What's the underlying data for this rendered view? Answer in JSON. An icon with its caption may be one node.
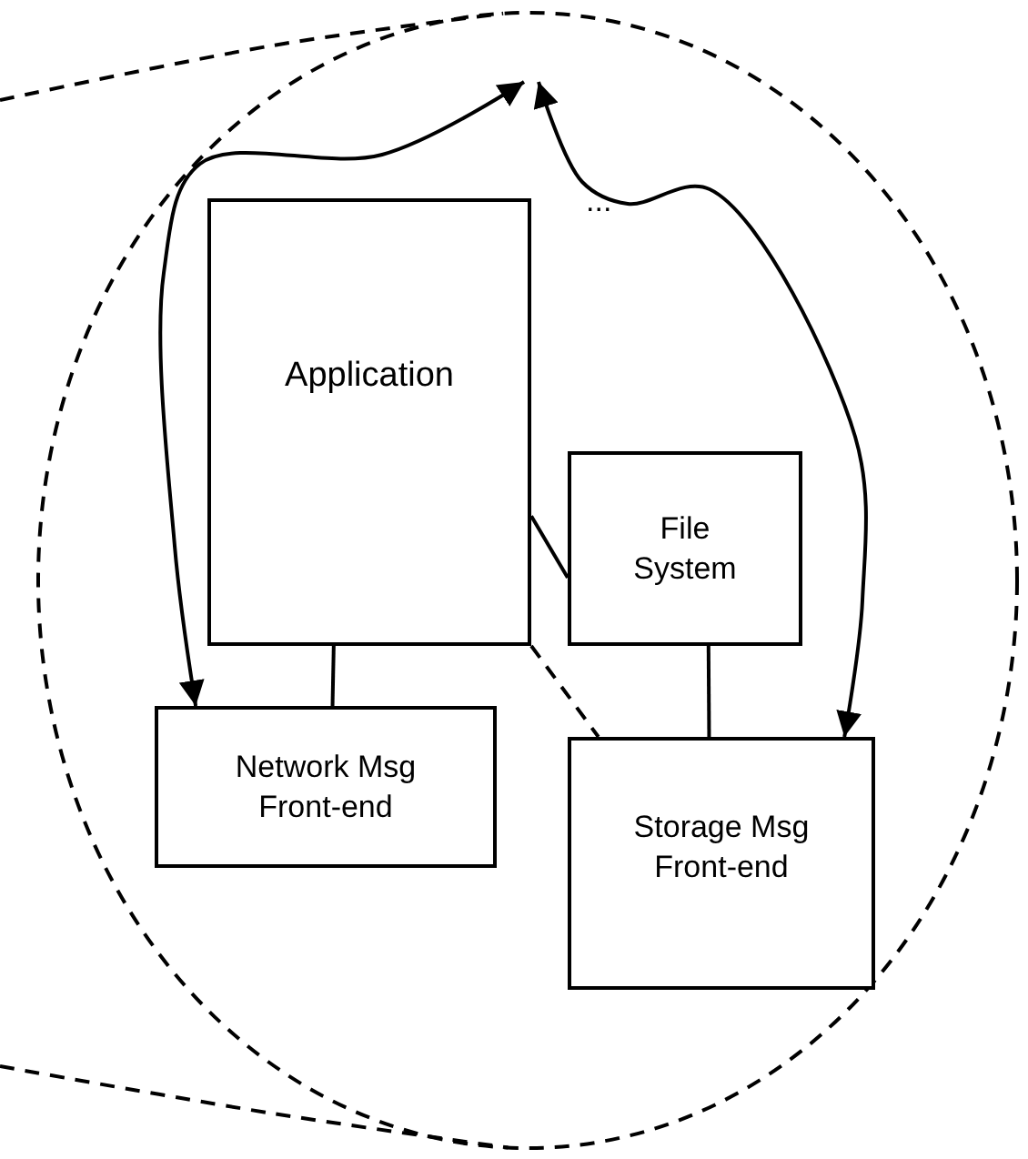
{
  "diagram": {
    "nodes": [
      {
        "text": [],
        "shape": "circle"
      },
      {
        "text": [
          "Application"
        ],
        "in": 0
      },
      {
        "text": [
          "File System"
        ],
        "in": 0
      },
      {
        "text": [
          "Network Msg Front-end"
        ],
        "in": 0
      },
      {
        "text": [
          "Storage Msg Front-end"
        ],
        "in": 0
      }
    ],
    "edges": [
      {
        "from": 1,
        "to": 3,
        "arrow": "none"
      },
      {
        "from": 1,
        "to": 2,
        "arrow": "none"
      },
      {
        "from": 2,
        "to": 4,
        "arrow": "none"
      },
      {
        "from": 1,
        "to": 4,
        "arrow": "none",
        "style": "dashed"
      },
      {
        "from": null,
        "to": 3,
        "arrow": "both"
      },
      {
        "from": null,
        "to": 4,
        "arrow": "both"
      },
      {
        "from": null,
        "to": 0,
        "arrow": "none",
        "style": "dashed"
      },
      {
        "from": null,
        "to": 0,
        "arrow": "none",
        "style": "dashed"
      }
    ],
    "labels": [
      "..."
    ]
  }
}
